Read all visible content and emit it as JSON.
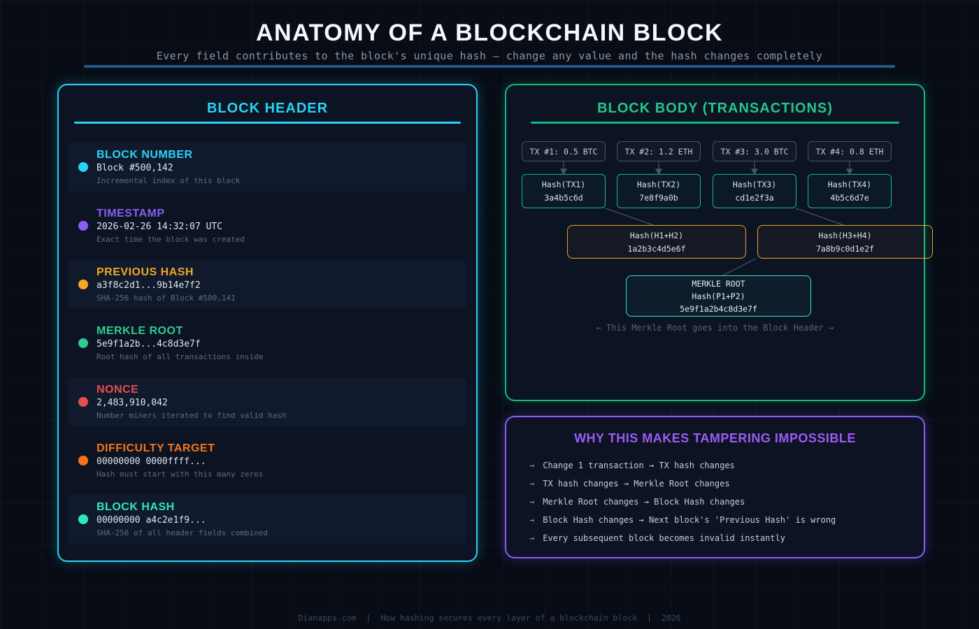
{
  "page": {
    "title": "ANATOMY OF A BLOCKCHAIN BLOCK",
    "subtitle": "Every field contributes to the block's unique hash — change any value and the hash changes completely",
    "footer": "Dianapps.com  |  How hashing secures every layer of a blockchain block  |  2026"
  },
  "colors": {
    "accent_cyan": "#29d3f5",
    "accent_green": "#13b981",
    "accent_purple": "#8b5cf6",
    "accent_orange": "#f0a028",
    "accent_teal": "#35e0c8",
    "divider_blue": "#25598c"
  },
  "header_panel": {
    "title": "BLOCK HEADER",
    "fields": [
      {
        "name": "BLOCK NUMBER",
        "value": "Block #500,142",
        "desc": "Incremental index of this block",
        "color": "#29d3f5"
      },
      {
        "name": "TIMESTAMP",
        "value": "2026-02-26 14:32:07 UTC",
        "desc": "Exact time the block was created",
        "color": "#8b5cf6"
      },
      {
        "name": "PREVIOUS HASH",
        "value": "a3f8c2d1...9b14e7f2",
        "desc": "SHA-256 hash of Block #500,141",
        "color": "#f5a623"
      },
      {
        "name": "MERKLE ROOT",
        "value": "5e9f1a2b...4c8d3e7f",
        "desc": "Root hash of all transactions inside",
        "color": "#2ecc8f"
      },
      {
        "name": "NONCE",
        "value": "2,483,910,042",
        "desc": "Number miners iterated to find valid hash",
        "color": "#e84c4c"
      },
      {
        "name": "DIFFICULTY TARGET",
        "value": "00000000 0000ffff...",
        "desc": "Hash must start with this many zeros",
        "color": "#f97316"
      },
      {
        "name": "BLOCK HASH",
        "value": "00000000 a4c2e1f9...",
        "desc": "SHA-256 of all header fields combined",
        "color": "#2de8c5"
      }
    ]
  },
  "body_panel": {
    "title": "BLOCK BODY (TRANSACTIONS)",
    "transactions": [
      {
        "label": "TX #1: 0.5 BTC"
      },
      {
        "label": "TX #2: 1.2 ETH"
      },
      {
        "label": "TX #3: 3.0 BTC"
      },
      {
        "label": "TX #4: 0.8 ETH"
      }
    ],
    "tx_hashes": [
      {
        "label": "Hash(TX1)",
        "value": "3a4b5c6d"
      },
      {
        "label": "Hash(TX2)",
        "value": "7e8f9a0b"
      },
      {
        "label": "Hash(TX3)",
        "value": "cd1e2f3a"
      },
      {
        "label": "Hash(TX4)",
        "value": "4b5c6d7e"
      }
    ],
    "pair_hashes": [
      {
        "label": "Hash(H1+H2)",
        "value": "1a2b3c4d5e6f"
      },
      {
        "label": "Hash(H3+H4)",
        "value": "7a8b9c0d1e2f"
      }
    ],
    "merkle_root": {
      "title": "MERKLE ROOT",
      "formula": "Hash(P1+P2)",
      "value": "5e9f1a2b4c8d3e7f"
    },
    "caption": "← This Merkle Root goes into the Block Header →"
  },
  "tamper_panel": {
    "title": "WHY THIS MAKES TAMPERING IMPOSSIBLE",
    "bullet_glyph": "→",
    "points": [
      "Change 1 transaction → TX hash changes",
      "TX hash changes → Merkle Root changes",
      "Merkle Root changes → Block Hash changes",
      "Block Hash changes → Next block's 'Previous Hash' is wrong",
      "Every subsequent block becomes invalid instantly"
    ]
  }
}
